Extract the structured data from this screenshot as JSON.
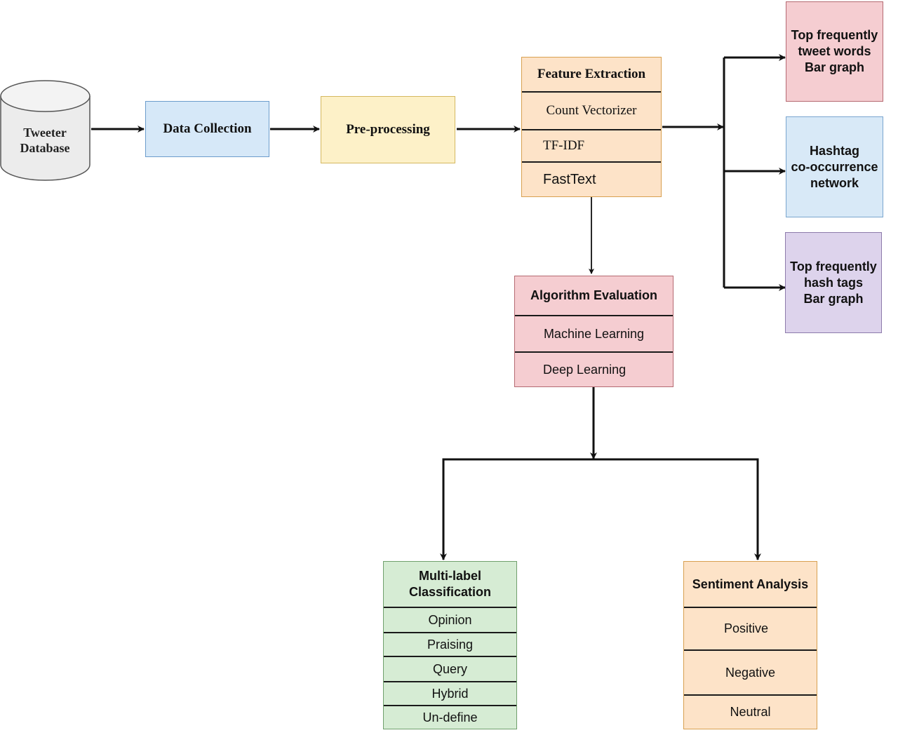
{
  "diagram": {
    "database": {
      "line1": "Tweeter",
      "line2": "Database"
    },
    "data_collection": "Data Collection",
    "preprocessing": "Pre-processing",
    "feature_extraction": {
      "title": "Feature Extraction",
      "items": [
        "Count Vectorizer",
        "TF-IDF",
        "FastText"
      ]
    },
    "outputs": {
      "top_words": {
        "line1": "Top frequently",
        "line2": "tweet words",
        "line3": "Bar graph"
      },
      "hashtag_network": {
        "line1": "Hashtag",
        "line2": "co-occurrence",
        "line3": "network"
      },
      "top_hashtags": {
        "line1": "Top frequently",
        "line2": "hash tags",
        "line3": "Bar graph"
      }
    },
    "algorithm_evaluation": {
      "title": "Algorithm Evaluation",
      "items": [
        "Machine Learning",
        "Deep Learning"
      ]
    },
    "multilabel": {
      "title_line1": "Multi-label",
      "title_line2": "Classification",
      "items": [
        "Opinion",
        "Praising",
        "Query",
        "Hybrid",
        "Un-define"
      ]
    },
    "sentiment": {
      "title": "Sentiment Analysis",
      "items": [
        "Positive",
        "Negative",
        "Neutral"
      ]
    }
  }
}
